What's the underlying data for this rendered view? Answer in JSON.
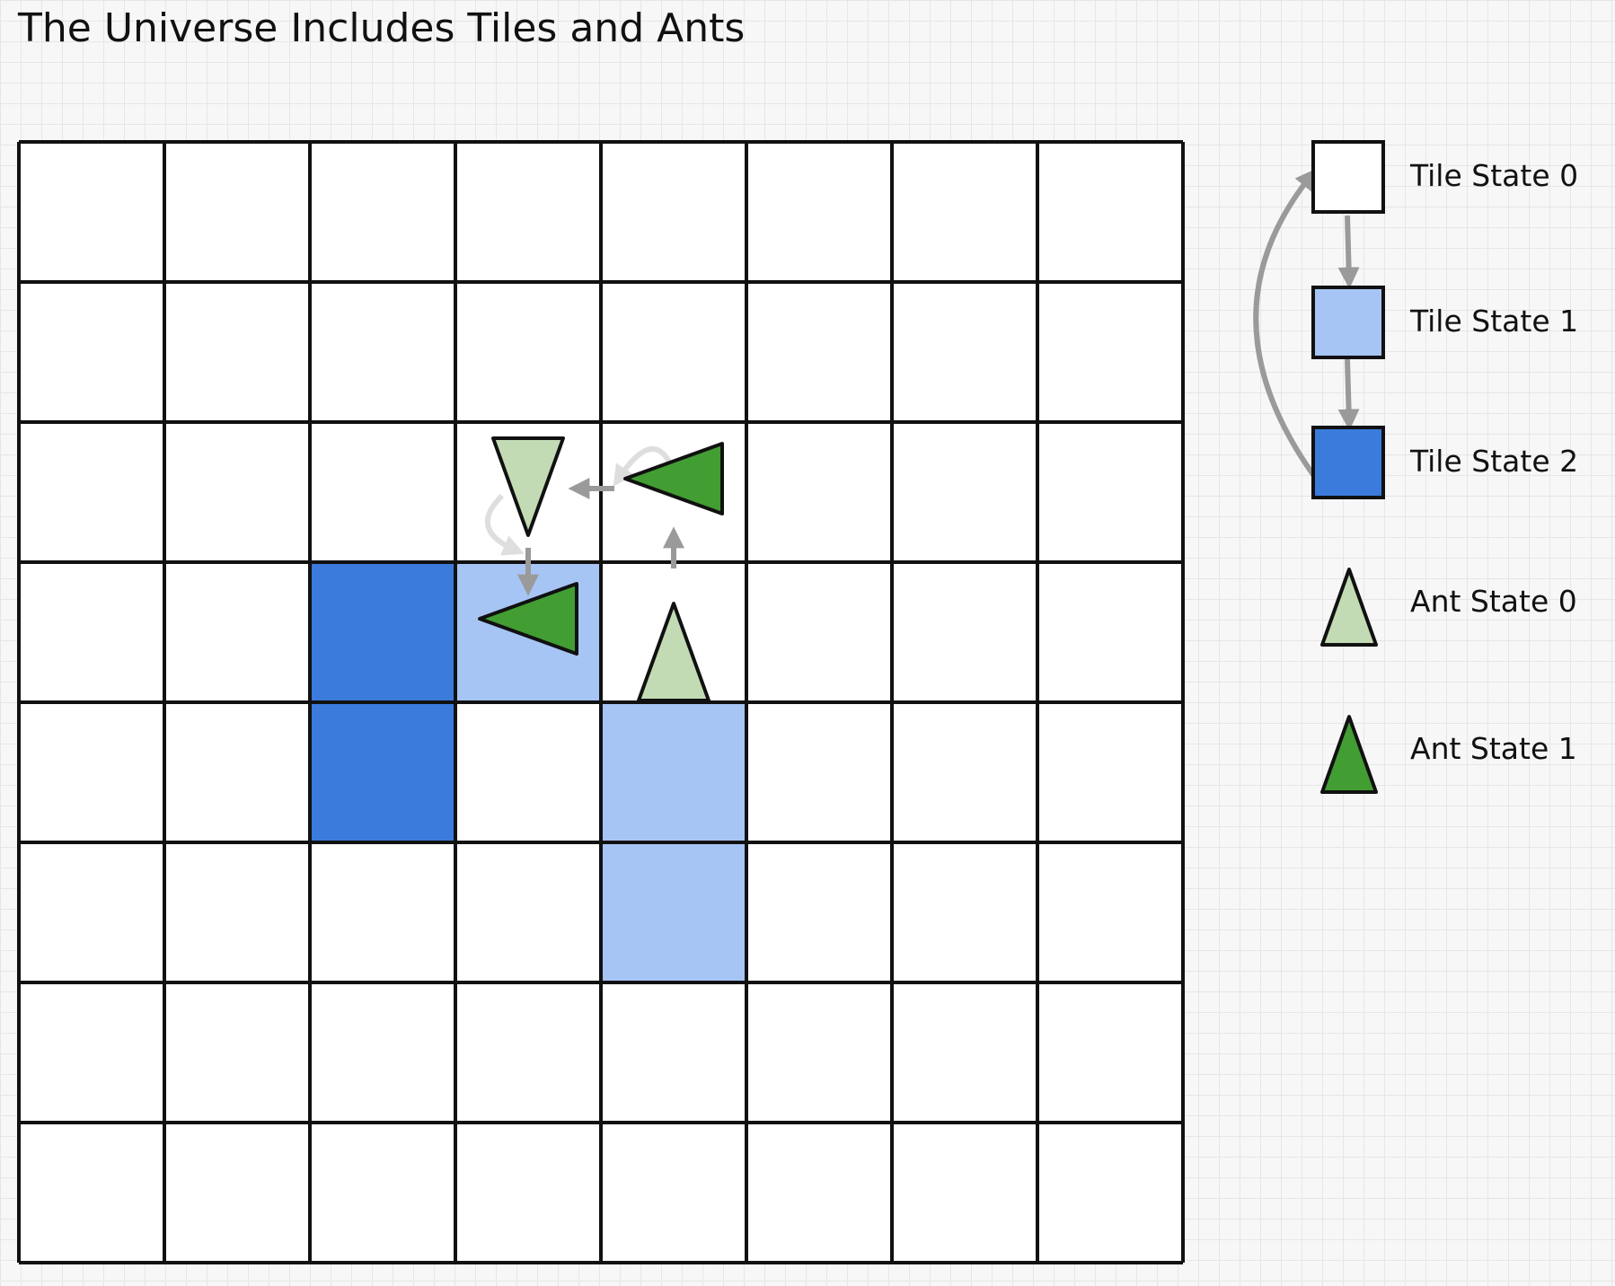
{
  "title": "The Universe Includes Tiles and Ants",
  "colors": {
    "tile_state_0": "#ffffff",
    "tile_state_1": "#a6c5f5",
    "tile_state_2": "#3b7bdc",
    "ant_state_0": "#c2dbb4",
    "ant_state_1": "#429d32",
    "arrow_dark": "#9a9a9a",
    "arrow_light": "#dedede",
    "stroke": "#111111"
  },
  "grid": {
    "rows": 8,
    "cols": 8,
    "tiles": [
      [
        0,
        0,
        0,
        0,
        0,
        0,
        0,
        0
      ],
      [
        0,
        0,
        0,
        0,
        0,
        0,
        0,
        0
      ],
      [
        0,
        0,
        0,
        0,
        0,
        0,
        0,
        0
      ],
      [
        0,
        0,
        2,
        1,
        0,
        0,
        0,
        0
      ],
      [
        0,
        0,
        2,
        0,
        1,
        0,
        0,
        0
      ],
      [
        0,
        0,
        0,
        0,
        1,
        0,
        0,
        0
      ],
      [
        0,
        0,
        0,
        0,
        0,
        0,
        0,
        0
      ],
      [
        0,
        0,
        0,
        0,
        0,
        0,
        0,
        0
      ]
    ],
    "ants": [
      {
        "row": 2,
        "col": 3,
        "state": 0,
        "facing": "down"
      },
      {
        "row": 2,
        "col": 4,
        "state": 1,
        "facing": "left"
      },
      {
        "row": 3,
        "col": 3,
        "state": 1,
        "facing": "left"
      },
      {
        "row": 3,
        "col": 4,
        "state": 0,
        "facing": "up"
      }
    ]
  },
  "legend": {
    "tile_states": [
      {
        "label": "Tile State 0",
        "state": 0
      },
      {
        "label": "Tile State 1",
        "state": 1
      },
      {
        "label": "Tile State 2",
        "state": 2
      }
    ],
    "ant_states": [
      {
        "label": "Ant State 0",
        "state": 0
      },
      {
        "label": "Ant State 1",
        "state": 1
      }
    ]
  }
}
